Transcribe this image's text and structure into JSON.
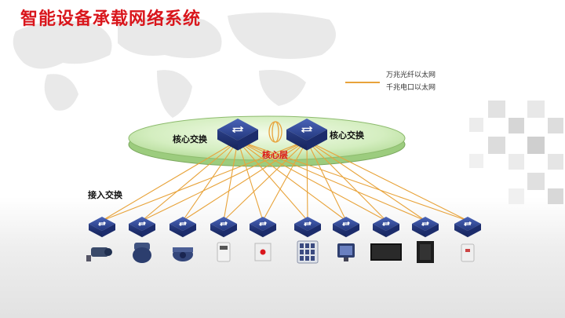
{
  "slide": {
    "title": "智能设备承载网络系统"
  },
  "legend": {
    "items": [
      {
        "label": "万兆光纤以太网",
        "color": "#e8a33a"
      },
      {
        "label": "千兆电口以太网",
        "color": "#e8a33a"
      }
    ]
  },
  "diagram": {
    "core_switches": [
      {
        "label": "核心交换"
      },
      {
        "label": "核心交换"
      }
    ],
    "core_layer_label": "核心层",
    "access_label": "接入交换",
    "link_color": "#e8a33a",
    "core_label_color": "#d9161c",
    "devices": [
      {
        "icon": "bullet-camera-icon"
      },
      {
        "icon": "speed-dome-camera-icon"
      },
      {
        "icon": "dome-camera-icon"
      },
      {
        "icon": "access-card-reader-icon"
      },
      {
        "icon": "alarm-button-icon"
      },
      {
        "icon": "info-terminal-icon"
      },
      {
        "icon": "monitor-icon"
      },
      {
        "icon": "display-screen-icon"
      },
      {
        "icon": "server-icon"
      },
      {
        "icon": "sensor-icon"
      }
    ]
  }
}
